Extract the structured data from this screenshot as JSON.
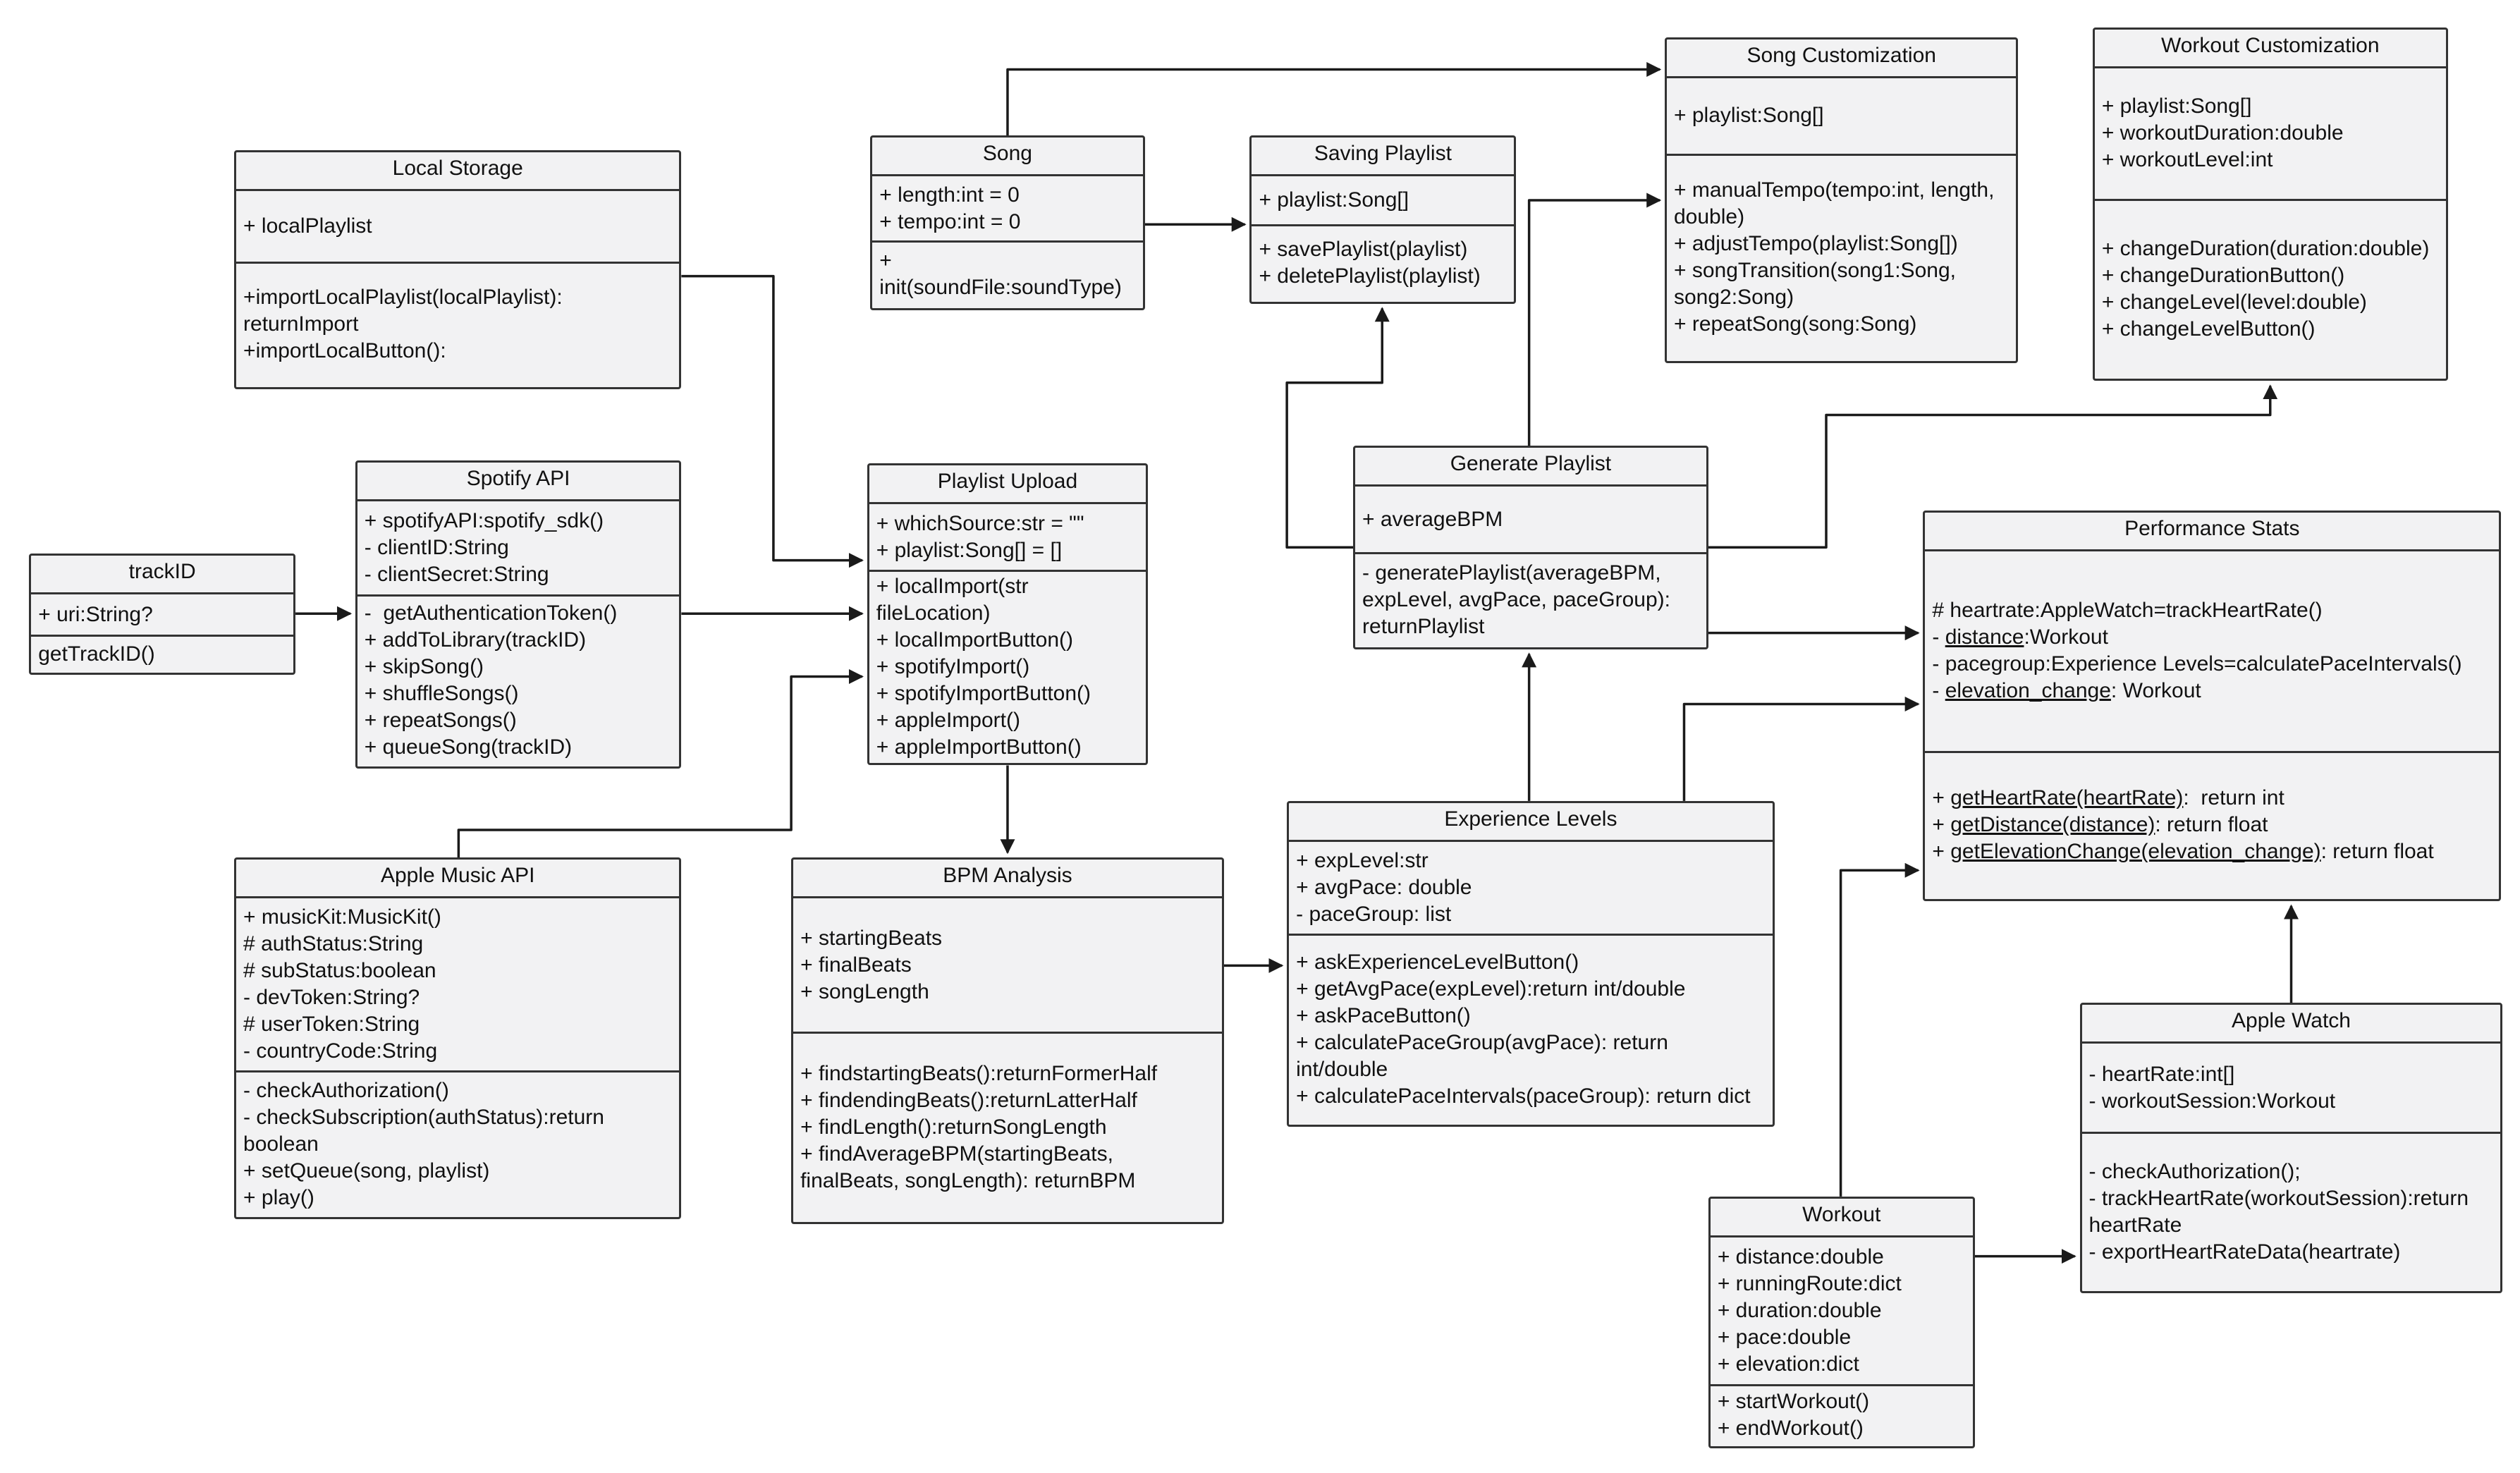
{
  "classes": {
    "local_storage": {
      "title": "Local Storage",
      "attributes": [
        "+ localPlaylist"
      ],
      "operations": [
        "+importLocalPlaylist(localPlaylist): returnImport",
        "+importLocalButton():"
      ]
    },
    "song": {
      "title": "Song",
      "attributes": [
        "+ length:int = 0",
        "+ tempo:int = 0"
      ],
      "operations": [
        "+ init(soundFile:soundType)"
      ]
    },
    "saving_playlist": {
      "title": "Saving Playlist",
      "attributes": [
        "+ playlist:Song[]"
      ],
      "operations": [
        "+ savePlaylist(playlist)",
        "+ deletePlaylist(playlist)"
      ]
    },
    "song_customization": {
      "title": "Song Customization",
      "attributes": [
        "+ playlist:Song[]"
      ],
      "operations": [
        "+ manualTempo(tempo:int, length, double)",
        "+ adjustTempo(playlist:Song[])",
        "+ songTransition(song1:Song, song2:Song)",
        "+ repeatSong(song:Song)"
      ]
    },
    "workout_customization": {
      "title": "Workout Customization",
      "attributes": [
        "+ playlist:Song[]",
        "+ workoutDuration:double",
        "+ workoutLevel:int"
      ],
      "operations": [
        "+ changeDuration(duration:double)",
        "+ changeDurationButton()",
        "+ changeLevel(level:double)",
        "+ changeLevelButton()"
      ]
    },
    "spotify_api": {
      "title": "Spotify API",
      "attributes": [
        "+ spotifyAPI:spotify_sdk()",
        "- clientID:String",
        "- clientSecret:String"
      ],
      "operations": [
        "-  getAuthenticationToken()",
        "+ addToLibrary(trackID)",
        "+ skipSong()",
        "+ shuffleSongs()",
        "+ repeatSongs()",
        "+ queueSong(trackID)"
      ]
    },
    "track_id": {
      "title": "trackID",
      "attributes": [
        "+ uri:String?"
      ],
      "operations": [
        "getTrackID()"
      ]
    },
    "playlist_upload": {
      "title": "Playlist Upload",
      "attributes": [
        "+ whichSource:str = \"\"",
        "+ playlist:Song[] = []"
      ],
      "operations": [
        "+ localImport(str fileLocation)",
        "+ localImportButton()",
        "+ spotifyImport()",
        "+ spotifyImportButton()",
        "+ appleImport()",
        "+ appleImportButton()"
      ]
    },
    "generate_playlist": {
      "title": "Generate Playlist",
      "attributes": [
        "+ averageBPM"
      ],
      "operations": [
        "- generatePlaylist(averageBPM, expLevel, avgPace, paceGroup): returnPlaylist"
      ]
    },
    "performance_stats": {
      "title": "Performance Stats",
      "attributes": [
        [
          {
            "t": "# heartrate:AppleWatch=trackHeartRate()"
          }
        ],
        [
          {
            "t": "- "
          },
          {
            "t": "distance",
            "u": true
          },
          {
            "t": ":Workout"
          }
        ],
        [
          {
            "t": "- pacegroup:Experience Levels=calculatePaceIntervals()"
          }
        ],
        [
          {
            "t": "- "
          },
          {
            "t": "elevation_change",
            "u": true
          },
          {
            "t": ": Workout"
          }
        ]
      ],
      "operations": [
        [
          {
            "t": "+ "
          },
          {
            "t": "getHeartRate(heartRate)",
            "u": true
          },
          {
            "t": ":  return int"
          }
        ],
        [
          {
            "t": "+ "
          },
          {
            "t": "getDistance(distance)",
            "u": true
          },
          {
            "t": ": return float"
          }
        ],
        [
          {
            "t": "+ "
          },
          {
            "t": "getElevationChange(elevation_change)",
            "u": true
          },
          {
            "t": ": return float"
          }
        ]
      ]
    },
    "apple_music_api": {
      "title": "Apple Music API",
      "attributes": [
        "+ musicKit:MusicKit()",
        "# authStatus:String",
        "# subStatus:boolean",
        "- devToken:String?",
        "# userToken:String",
        "- countryCode:String"
      ],
      "operations": [
        "- checkAuthorization()",
        "- checkSubscription(authStatus):return boolean",
        "+ setQueue(song, playlist)",
        "+ play()"
      ]
    },
    "bpm_analysis": {
      "title": "BPM Analysis",
      "attributes": [
        "+ startingBeats",
        "+ finalBeats",
        "+ songLength"
      ],
      "operations": [
        "+ findstartingBeats():returnFormerHalf",
        "+ findendingBeats():returnLatterHalf",
        "+ findLength():returnSongLength",
        "+ findAverageBPM(startingBeats, finalBeats, songLength): returnBPM"
      ]
    },
    "experience_levels": {
      "title": "Experience Levels",
      "attributes": [
        "+ expLevel:str",
        "+ avgPace: double",
        "- paceGroup: list"
      ],
      "operations": [
        "+ askExperienceLevelButton()",
        "+ getAvgPace(expLevel):return int/double",
        "+ askPaceButton()",
        "+ calculatePaceGroup(avgPace): return int/double",
        "+ calculatePaceIntervals(paceGroup): return dict"
      ]
    },
    "apple_watch": {
      "title": "Apple Watch",
      "attributes": [
        "- heartRate:int[]",
        "- workoutSession:Workout"
      ],
      "operations": [
        "- checkAuthorization();",
        "- trackHeartRate(workoutSession):return heartRate",
        "- exportHeartRateData(heartrate)"
      ]
    },
    "workout": {
      "title": "Workout",
      "attributes": [
        "+ distance:double",
        "+ runningRoute:dict",
        "+ duration:double",
        "+ pace:double",
        "+ elevation:dict"
      ],
      "operations": [
        "+ startWorkout()",
        "+ endWorkout()"
      ]
    }
  },
  "colors": {
    "box_fill": "#f2f2f3",
    "box_stroke": "#333333",
    "connector": "#1a1a1a",
    "text": "#111111"
  }
}
